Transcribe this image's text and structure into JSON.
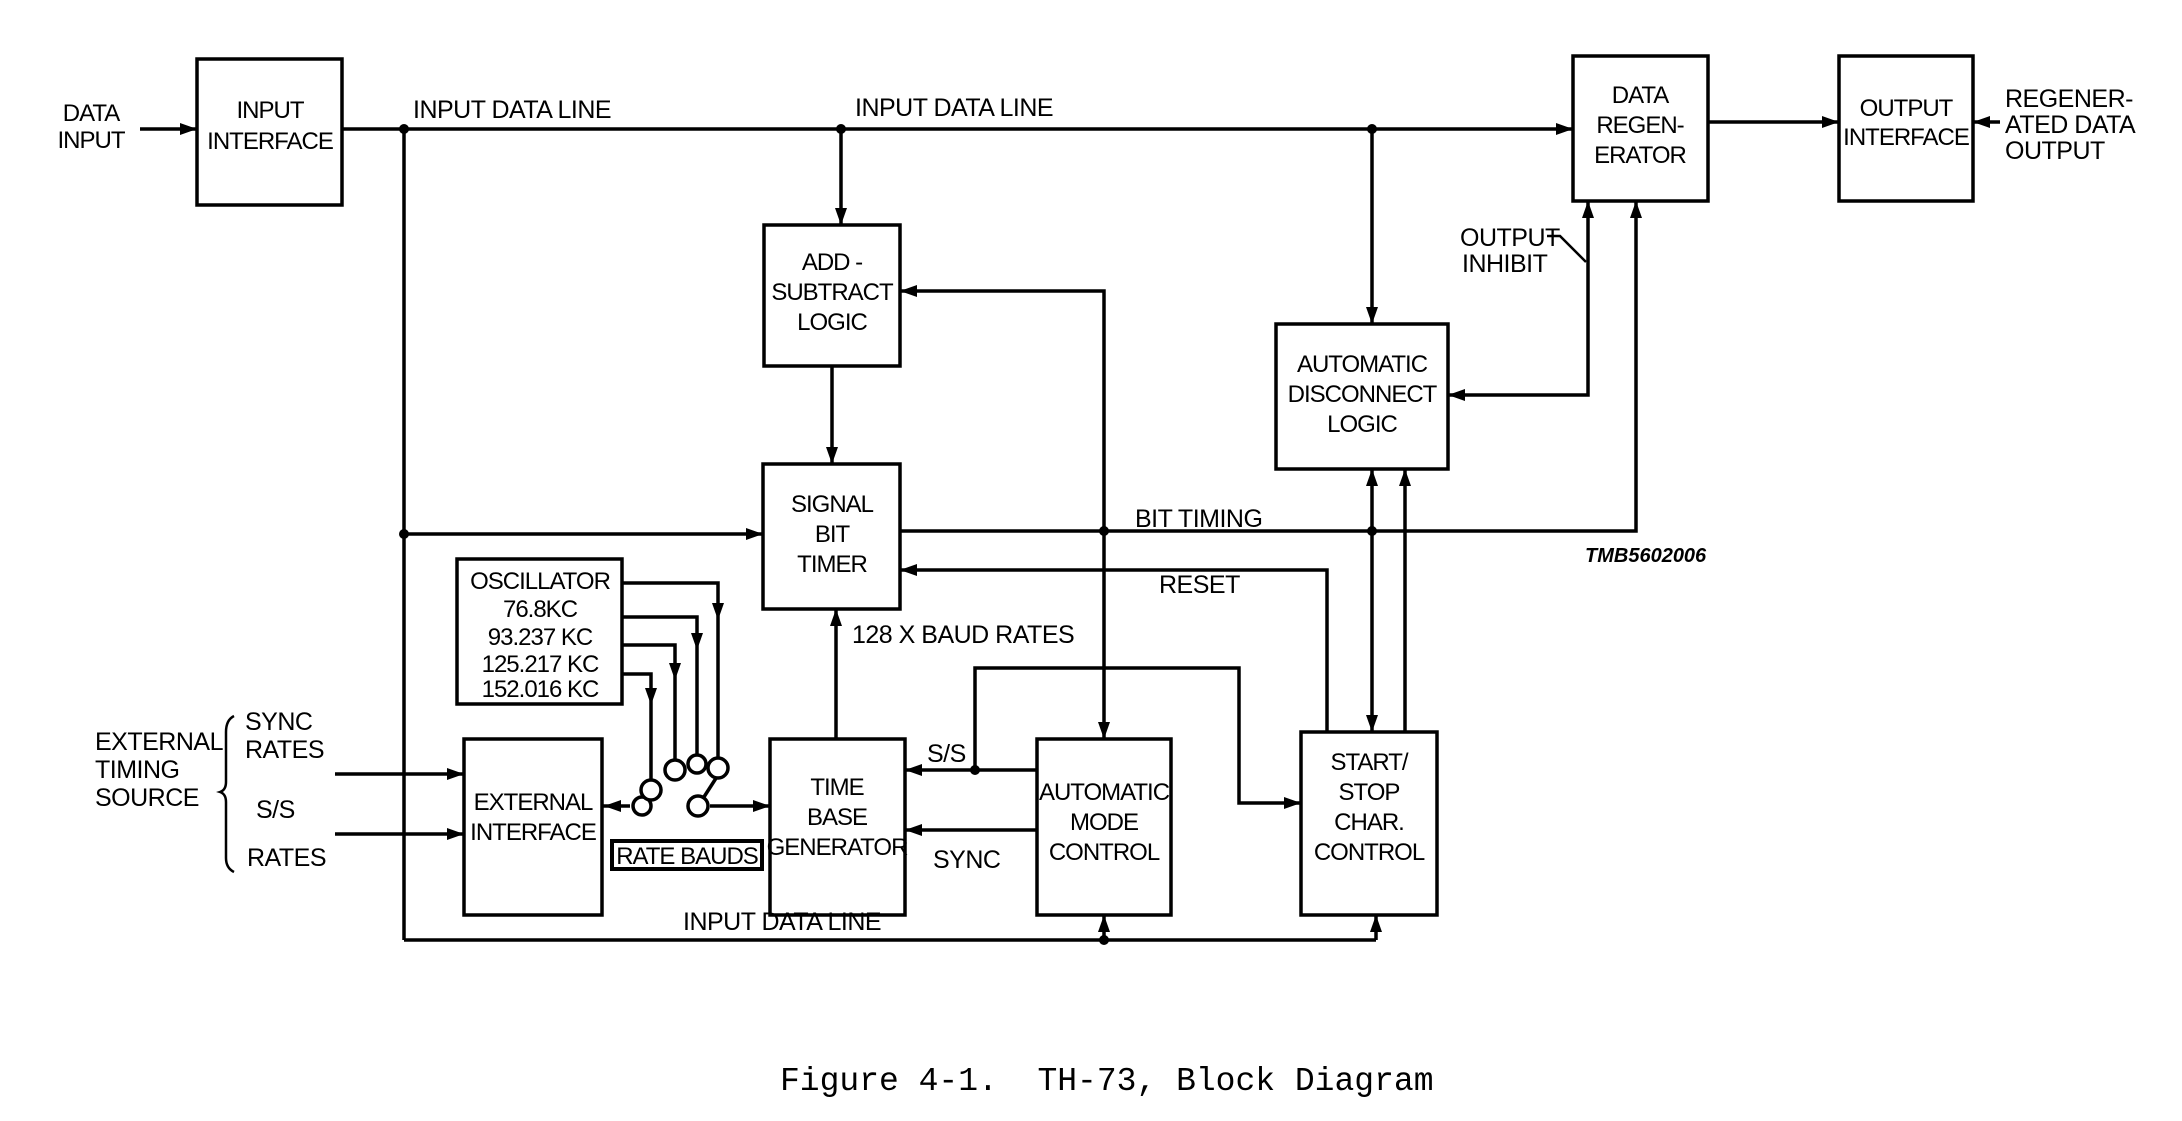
{
  "figure": {
    "caption": "Figure 4-1.  TH-73, Block Diagram",
    "drawing_code": "TMB5602006"
  },
  "blocks": {
    "input_interface": [
      "INPUT",
      "INTERFACE"
    ],
    "data_regenerator": [
      "DATA",
      "REGEN-",
      "ERATOR"
    ],
    "output_interface": [
      "OUTPUT",
      "INTERFACE"
    ],
    "add_subtract_logic": [
      "ADD -",
      "SUBTRACT",
      "LOGIC"
    ],
    "automatic_disconnect_logic": [
      "AUTOMATIC",
      "DISCONNECT",
      "LOGIC"
    ],
    "signal_bit_timer": [
      "SIGNAL",
      "BIT",
      "TIMER"
    ],
    "oscillator": [
      "OSCILLATOR",
      "76.8KC",
      "93.237 KC",
      "125.217 KC",
      "152.016 KC"
    ],
    "external_interface": [
      "EXTERNAL",
      "INTERFACE"
    ],
    "time_base_generator": [
      "TIME",
      "BASE",
      "GENERATOR"
    ],
    "automatic_mode_control": [
      "AUTOMATIC",
      "MODE",
      "CONTROL"
    ],
    "start_stop_char_control": [
      "START/",
      "STOP",
      "CHAR.",
      "CONTROL"
    ]
  },
  "labels": {
    "data_input": [
      "DATA",
      "INPUT"
    ],
    "input_data_line_1": "INPUT DATA LINE",
    "input_data_line_2": "INPUT DATA LINE",
    "input_data_line_bottom": "INPUT DATA LINE",
    "regenerated_output": [
      "REGENER-",
      "ATED DATA",
      "OUTPUT"
    ],
    "output_inhibit": [
      "OUTPUT",
      "INHIBIT"
    ],
    "bit_timing": "BIT TIMING",
    "reset": "RESET",
    "baud_rates": "128 X BAUD RATES",
    "ss": "S/S",
    "sync": "SYNC",
    "rate_bauds": "RATE BAUDS",
    "external_timing_source": [
      "EXTERNAL",
      "TIMING",
      "SOURCE"
    ],
    "sync_rates": [
      "SYNC",
      "RATES"
    ],
    "ss_rates": [
      "S/S",
      "RATES"
    ]
  }
}
